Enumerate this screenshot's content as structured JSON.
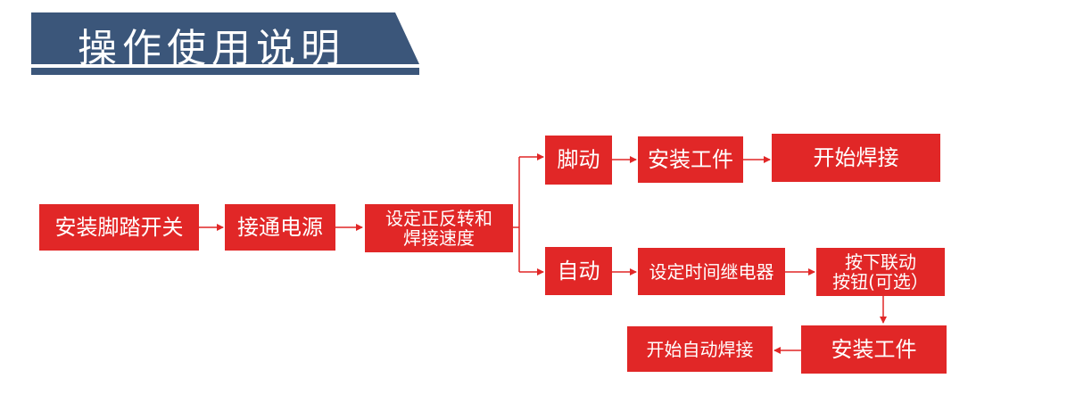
{
  "title": "操作使用说明",
  "colors": {
    "banner": "#3b567a",
    "box": "#e12727",
    "arrow": "#e12727",
    "text": "#ffffff"
  },
  "nodes": {
    "install_pedal": "安装脚踏开关",
    "connect_power": "接通电源",
    "set_speed_line1": "设定正反转和",
    "set_speed_line2": "焊接速度",
    "foot_mode": "脚动",
    "install_part_1": "安装工件",
    "start_welding": "开始焊接",
    "auto_mode": "自动",
    "set_relay": "设定时间继电器",
    "press_linkage_line1": "按下联动",
    "press_linkage_line2": "按钮(可选）",
    "install_part_2": "安装工件",
    "start_auto_welding": "开始自动焊接"
  }
}
